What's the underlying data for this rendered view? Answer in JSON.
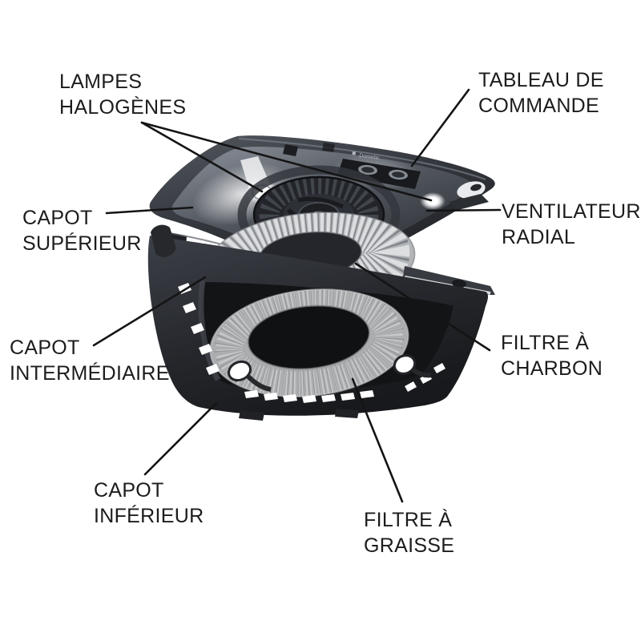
{
  "figure": {
    "type": "exploded-parts-diagram",
    "subject": "hotte aspirante (range hood) vue éclatée",
    "brand": "Dometic",
    "colors": {
      "background": "#ffffff",
      "label_text": "#1c1c1c",
      "leader_line": "#141414",
      "body_dark": "#26282d",
      "metal_silver": "#b2b5b8",
      "filter_fuzzy_gray": "#abadaf",
      "highlight_white": "#eceef0"
    }
  },
  "labels": {
    "lamps": {
      "line1": "LAMPES",
      "line2": "HALOGÈNES"
    },
    "control_panel": {
      "line1": "TABLEAU DE",
      "line2": "COMMANDE"
    },
    "upper_cover": {
      "line1": "CAPOT",
      "line2": "SUPÉRIEUR"
    },
    "radial_fan": {
      "line1": "VENTILATEUR",
      "line2": "RADIAL"
    },
    "middle_cover": {
      "line1": "CAPOT",
      "line2": "INTERMÉDIAIRE"
    },
    "carbon_filter": {
      "line1": "FILTRE À",
      "line2": "CHARBON"
    },
    "lower_cover": {
      "line1": "CAPOT",
      "line2": "INFÉRIEUR"
    },
    "grease_filter": {
      "line1": "FILTRE À",
      "line2": "GRAISSE"
    }
  }
}
